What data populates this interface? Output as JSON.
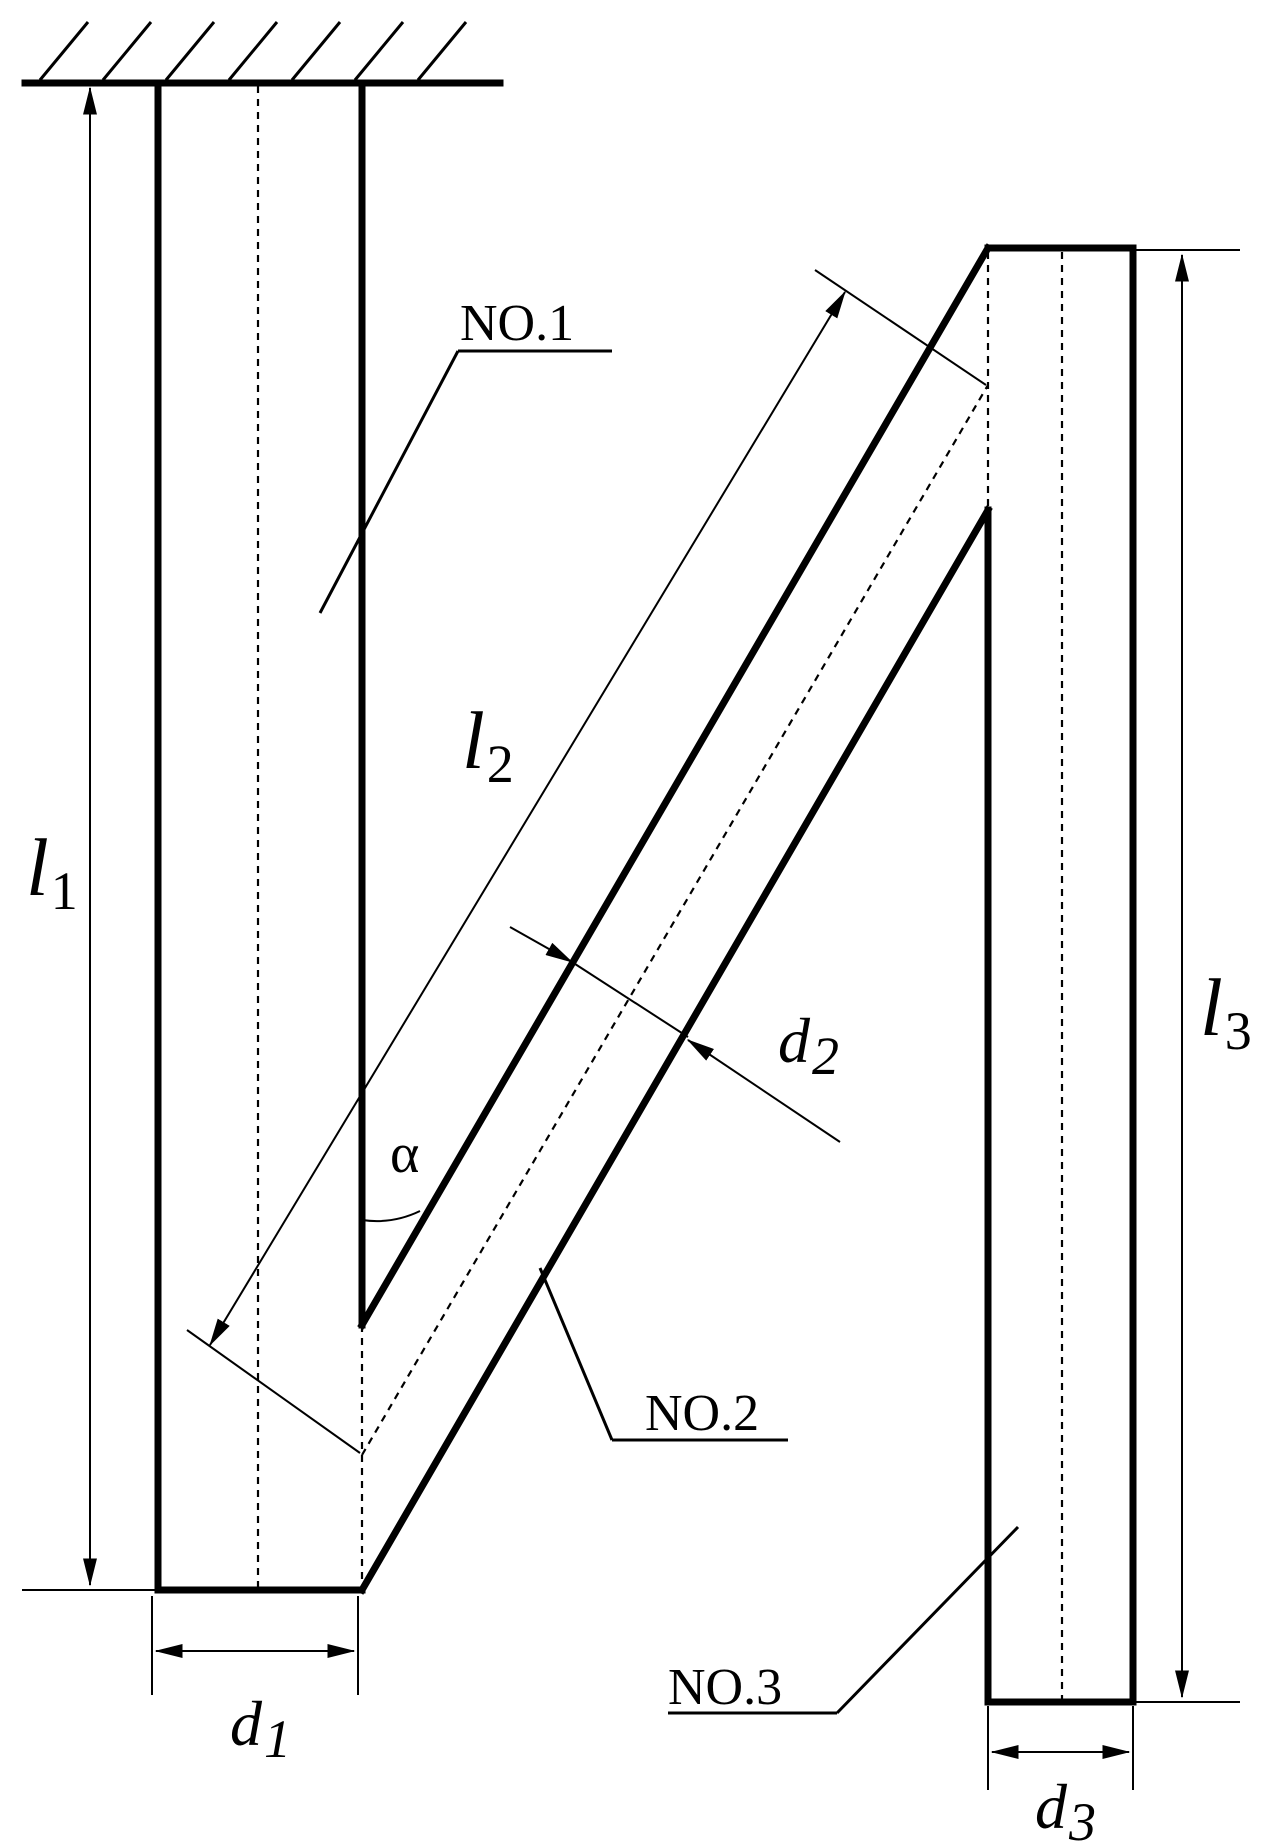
{
  "labels": {
    "no1": "NO.1",
    "no2": "NO.2",
    "no3": "NO.3",
    "alpha": "α"
  },
  "dimensions": {
    "l1": {
      "symbol": "l",
      "sub": "1"
    },
    "l2": {
      "symbol": "l",
      "sub": "2"
    },
    "l3": {
      "symbol": "l",
      "sub": "3"
    },
    "d1": {
      "symbol": "d",
      "sub": "1"
    },
    "d2": {
      "symbol": "d",
      "sub": "2"
    },
    "d3": {
      "symbol": "d",
      "sub": "3"
    }
  }
}
